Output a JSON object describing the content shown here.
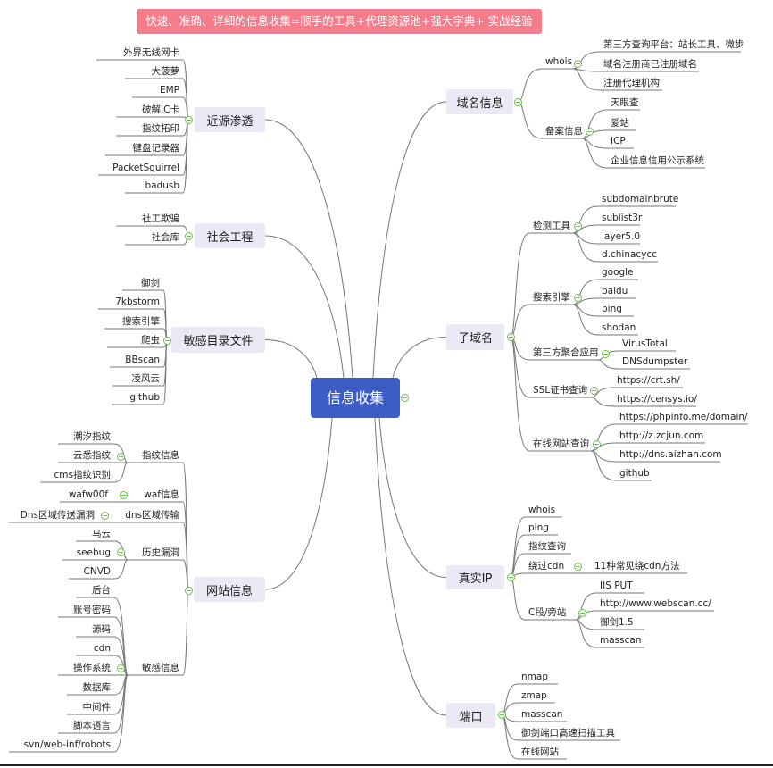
{
  "banner": "快速、准确、详细的信息收集=顺手的工具+代理资源池+强大字典+ 实战经验",
  "center": "信息收集",
  "colors": {
    "center": "#3d5cc4",
    "banner": "#f47c8b",
    "node": "#e9eaf3",
    "collapse": "#6bbf4a"
  },
  "right": [
    {
      "label": "域名信息",
      "items": [
        {
          "label": "whois",
          "children": [
            "第三方查询平台：站长工具、微步",
            "域名注册商已注册域名",
            "注册代理机构"
          ]
        },
        {
          "label": "备案信息",
          "children": [
            "天眼查",
            "爱站",
            "ICP",
            "企业信息信用公示系统"
          ]
        }
      ]
    },
    {
      "label": "子域名",
      "items": [
        {
          "label": "检测工具",
          "children": [
            "subdomainbrute",
            "sublist3r",
            "layer5.0",
            "d.chinacycc"
          ]
        },
        {
          "label": "搜索引擎",
          "children": [
            "google",
            "baidu",
            "bing",
            "shodan"
          ]
        },
        {
          "label": "第三方聚合应用",
          "children": [
            "VirusTotal",
            "DNSdumpster"
          ]
        },
        {
          "label": "SSL证书查询",
          "children": [
            "https://crt.sh/",
            "https://censys.io/"
          ]
        },
        {
          "label": "在线网站查询",
          "children": [
            "https://phpinfo.me/domain/",
            "http://z.zcjun.com",
            "http://dns.aizhan.com",
            "github"
          ]
        }
      ]
    },
    {
      "label": "真实IP",
      "items": [
        {
          "label": "whois"
        },
        {
          "label": "ping"
        },
        {
          "label": "指纹查询"
        },
        {
          "label": "绕过cdn",
          "children": [
            "11种常见绕cdn方法"
          ]
        },
        {
          "label": "C段/旁站",
          "children": [
            "IIS PUT",
            "http://www.webscan.cc/",
            "御剑1.5",
            "masscan"
          ]
        }
      ]
    },
    {
      "label": "端口",
      "items": [
        {
          "label": "nmap"
        },
        {
          "label": "zmap"
        },
        {
          "label": "masscan"
        },
        {
          "label": "御剑端口高速扫描工具"
        },
        {
          "label": "在线网站"
        }
      ]
    }
  ],
  "left": [
    {
      "label": "近源渗透",
      "items": [
        {
          "label": "外界无线网卡"
        },
        {
          "label": "大菠萝"
        },
        {
          "label": "EMP"
        },
        {
          "label": "破解IC卡"
        },
        {
          "label": "指纹拓印"
        },
        {
          "label": "键盘记录器"
        },
        {
          "label": "PacketSquirrel"
        },
        {
          "label": "badusb"
        }
      ]
    },
    {
      "label": "社会工程",
      "items": [
        {
          "label": "社工欺骗"
        },
        {
          "label": "社会库"
        }
      ]
    },
    {
      "label": "敏感目录文件",
      "items": [
        {
          "label": "御剑"
        },
        {
          "label": "7kbstorm"
        },
        {
          "label": "搜索引擎"
        },
        {
          "label": "爬虫"
        },
        {
          "label": "BBscan"
        },
        {
          "label": "凌风云"
        },
        {
          "label": "github"
        }
      ]
    },
    {
      "label": "网站信息",
      "items": [
        {
          "label": "指纹信息",
          "children": [
            "潮汐指纹",
            "云悉指纹",
            "cms指纹识别"
          ]
        },
        {
          "label": "waf信息",
          "children": [
            "wafw00f"
          ]
        },
        {
          "label": "dns区域传输",
          "children": [
            "Dns区域传送漏洞"
          ]
        },
        {
          "label": "历史漏洞",
          "children": [
            "乌云",
            "seebug",
            "CNVD"
          ]
        },
        {
          "label": "敏感信息",
          "children": [
            "后台",
            "账号密码",
            "源码",
            "cdn",
            "操作系统",
            "数据库",
            "中间件",
            "脚本语言",
            "svn/web-inf/robots"
          ]
        }
      ]
    }
  ]
}
